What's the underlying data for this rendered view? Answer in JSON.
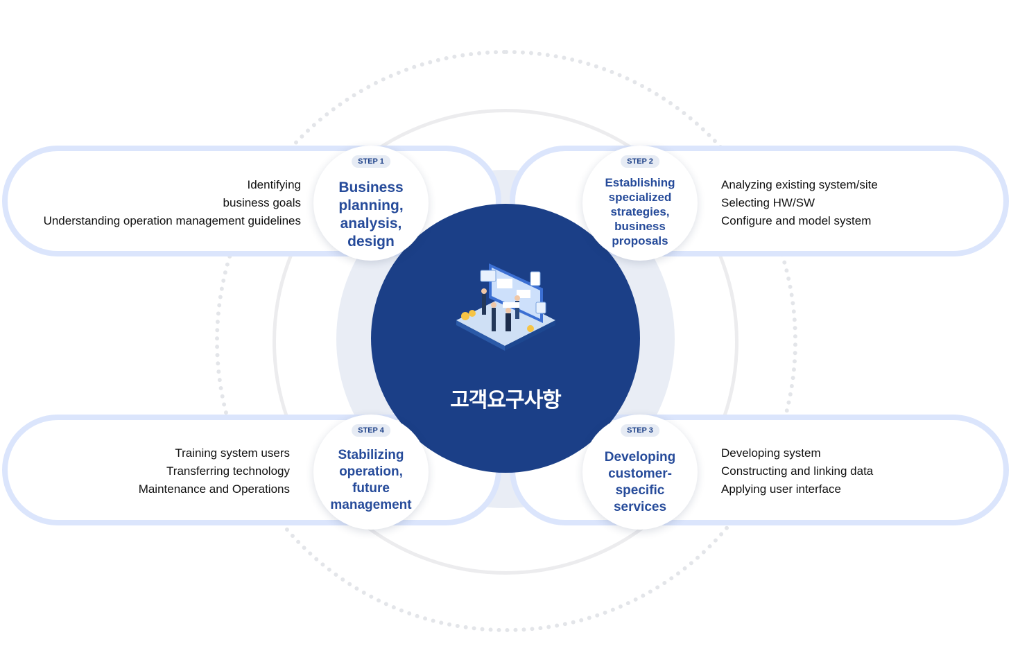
{
  "center": {
    "title": "고객요구사항"
  },
  "steps": [
    {
      "badge": "STEP 1",
      "title": [
        "Business",
        "planning,",
        "analysis,",
        "design"
      ],
      "items": [
        "Identifying",
        "business goals",
        "Understanding operation management guidelines"
      ]
    },
    {
      "badge": "STEP 2",
      "title": [
        "Establishing",
        "specialized",
        "strategies,",
        "business",
        "proposals"
      ],
      "items": [
        "Analyzing existing system/site",
        "Selecting HW/SW",
        "Configure and model system"
      ]
    },
    {
      "badge": "STEP 3",
      "title": [
        "Developing",
        "customer-",
        "specific",
        "services"
      ],
      "items": [
        "Developing system",
        "Constructing and linking data",
        "Applying user interface"
      ]
    },
    {
      "badge": "STEP 4",
      "title": [
        "Stabilizing",
        "operation,",
        "future",
        "management"
      ],
      "items": [
        "Training system users",
        "Transferring technology",
        "Maintenance and Operations"
      ]
    }
  ],
  "colors": {
    "accent": "#1b3f87",
    "title_text": "#264b9a",
    "pill_border": "#dbe5fc",
    "badge_bg": "#e6ebf4"
  }
}
